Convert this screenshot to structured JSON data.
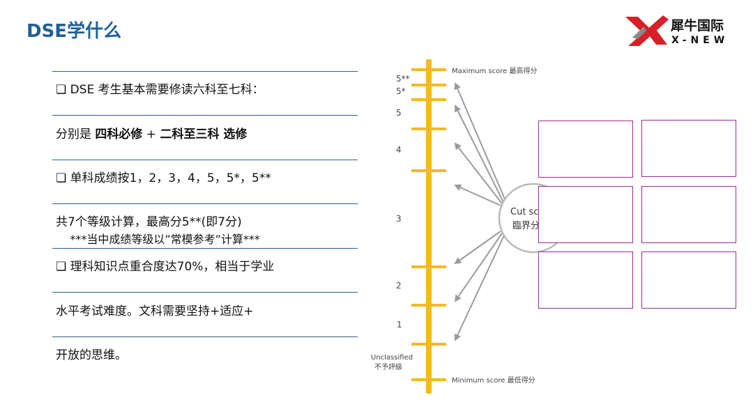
{
  "header": {
    "title": "DSE学什么",
    "logo": {
      "name_cn": "犀牛国际",
      "name_en": "X-NEW",
      "mark_color": "#d61f26"
    }
  },
  "text_lines": [
    {
      "parts": [
        {
          "t": "❏ DSE 考生基本需要修读六科至七科：",
          "b": false
        }
      ]
    },
    {
      "parts": [
        {
          "t": "分别是 ",
          "b": false
        },
        {
          "t": "四科必修",
          "b": true
        },
        {
          "t": " + ",
          "b": false
        },
        {
          "t": "二科至三科 选修",
          "b": true
        }
      ]
    },
    {
      "parts": [
        {
          "t": "❏ 单科成绩按1，2，3，4，5，5*，5**",
          "b": false
        }
      ]
    },
    {
      "parts": [
        {
          "t": "共7个等级计算，最高分5**(即7分)",
          "b": false
        }
      ]
    },
    {
      "parts": [
        {
          "t": "    ***当中成绩等级以”常模参考”计算***",
          "b": false
        }
      ]
    },
    {
      "parts": [
        {
          "t": "❏ 理科知识点重合度达70%，相当于学业",
          "b": false
        }
      ]
    },
    {
      "parts": [
        {
          "t": "水平考试难度。文科需要坚持+适应+",
          "b": false
        }
      ]
    },
    {
      "parts": [
        {
          "t": "开放的思维。",
          "b": false
        }
      ]
    }
  ],
  "scale": {
    "top_label": "Maximum score 最高得分",
    "bottom_label": "Minimum score 最低得分",
    "grades": [
      "5**",
      "5*",
      "5",
      "4",
      "3",
      "2",
      "1"
    ],
    "unclassified_en": "Unclassified",
    "unclassified_cn": "不予評級",
    "cut_score_en": "Cut sc",
    "cut_score_cn": "臨界分",
    "bar_color": "#f5b921",
    "arrow_color": "#9a9a9a",
    "box_border_color": "#9b2a8e"
  }
}
